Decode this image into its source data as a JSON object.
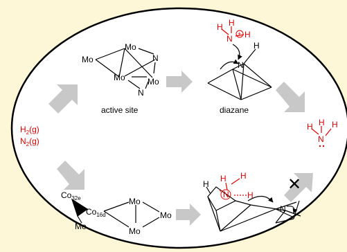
{
  "colors": {
    "background": "#fdf7d7",
    "ink": "#000000",
    "red": "#e00000",
    "arrow": "#c8c8c8"
  },
  "inputs": {
    "h2": {
      "base": "H",
      "sub": "2",
      "tail": "(g)"
    },
    "n2": {
      "base": "N",
      "sub": "2",
      "tail": "(g)"
    }
  },
  "active_site": {
    "caption": "active site",
    "atoms": {
      "mo_top": "Mo",
      "mo_left": "Mo",
      "mo_mid": "Mo",
      "mo_right": "Mo",
      "n_top": "N",
      "n_bottom": "N"
    }
  },
  "diazane": {
    "caption": "diazane",
    "nh3_h": "H",
    "nh3_h2": "H",
    "nh3_h3": "H",
    "nh3_n": "N",
    "plus": "+",
    "n_center": "N",
    "h_right": "H"
  },
  "product_nh3": {
    "h1": "H",
    "h2": "H",
    "h3": "H",
    "n": "N"
  },
  "lower_cluster": {
    "co_top_base": "Co",
    "co_top_sub": "32e",
    "co_mid_base": "Co",
    "co_mid_sub": "16d",
    "mo_left": "Mo",
    "mo_top": "Mo",
    "mo_right": "Mo",
    "mo_bottom": "Mo"
  },
  "lower_intermediate": {
    "h_left": "H",
    "h_top": "H",
    "h_top2": "H",
    "h_right": "H",
    "n_plus": "N",
    "plus": "+",
    "n_center": "N"
  },
  "blocked_mark": "✕"
}
